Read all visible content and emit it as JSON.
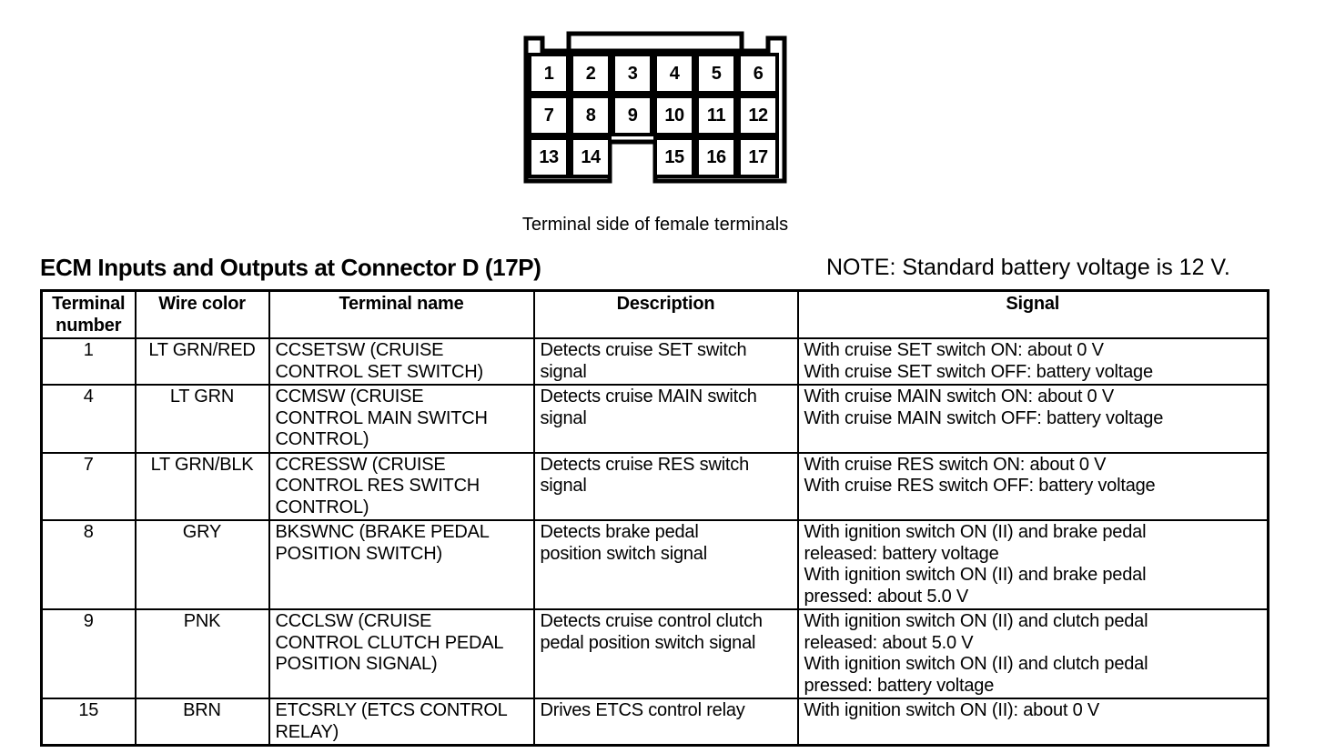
{
  "connector": {
    "caption": "Terminal side of female terminals",
    "pins": [
      {
        "n": "1",
        "r": 0,
        "c": 0
      },
      {
        "n": "2",
        "r": 0,
        "c": 1
      },
      {
        "n": "3",
        "r": 0,
        "c": 2
      },
      {
        "n": "4",
        "r": 0,
        "c": 3
      },
      {
        "n": "5",
        "r": 0,
        "c": 4
      },
      {
        "n": "6",
        "r": 0,
        "c": 5
      },
      {
        "n": "7",
        "r": 1,
        "c": 0
      },
      {
        "n": "8",
        "r": 1,
        "c": 1
      },
      {
        "n": "9",
        "r": 1,
        "c": 2
      },
      {
        "n": "10",
        "r": 1,
        "c": 3
      },
      {
        "n": "11",
        "r": 1,
        "c": 4
      },
      {
        "n": "12",
        "r": 1,
        "c": 5
      },
      {
        "n": "13",
        "r": 2,
        "c": 0
      },
      {
        "n": "14",
        "r": 2,
        "c": 1
      },
      {
        "n": "15",
        "r": 2,
        "c": 3
      },
      {
        "n": "16",
        "r": 2,
        "c": 4
      },
      {
        "n": "17",
        "r": 2,
        "c": 5
      }
    ]
  },
  "header": {
    "title": "ECM Inputs and Outputs at Connector D (17P)",
    "note": "NOTE: Standard battery voltage is 12 V."
  },
  "table": {
    "columns": [
      "Terminal\nnumber",
      "Wire color",
      "Terminal name",
      "Description",
      "Signal"
    ],
    "rows": [
      {
        "terminal": "1",
        "wire_color": "LT GRN/RED",
        "terminal_name": "CCSETSW (CRUISE\nCONTROL SET SWITCH)",
        "description": "Detects cruise SET switch\nsignal",
        "signal": "With cruise SET switch ON: about 0 V\nWith cruise SET switch OFF: battery voltage"
      },
      {
        "terminal": "4",
        "wire_color": "LT GRN",
        "terminal_name": "CCMSW (CRUISE\nCONTROL MAIN SWITCH\nCONTROL)",
        "description": "Detects cruise MAIN switch\nsignal",
        "signal": "With cruise MAIN switch ON: about 0 V\nWith cruise MAIN switch OFF: battery voltage"
      },
      {
        "terminal": "7",
        "wire_color": "LT GRN/BLK",
        "terminal_name": "CCRESSW (CRUISE\nCONTROL RES SWITCH\nCONTROL)",
        "description": "Detects cruise RES switch\nsignal",
        "signal": "With cruise RES switch ON: about 0 V\nWith cruise RES switch OFF: battery voltage"
      },
      {
        "terminal": "8",
        "wire_color": "GRY",
        "terminal_name": "BKSWNC (BRAKE PEDAL\nPOSITION SWITCH)",
        "description": "Detects brake pedal\nposition switch signal",
        "signal": "With ignition switch ON (II) and brake pedal\nreleased: battery voltage\nWith ignition switch ON (II) and brake pedal\npressed: about 5.0 V"
      },
      {
        "terminal": "9",
        "wire_color": "PNK",
        "terminal_name": "CCCLSW (CRUISE\nCONTROL CLUTCH PEDAL\nPOSITION SIGNAL)",
        "description": "Detects cruise control clutch\npedal position switch signal",
        "signal": "With ignition switch ON (II) and clutch pedal\nreleased: about 5.0 V\nWith ignition switch ON (II) and clutch pedal\npressed: battery voltage"
      },
      {
        "terminal": "15",
        "wire_color": "BRN",
        "terminal_name": "ETCSRLY (ETCS CONTROL\nRELAY)",
        "description": "Drives ETCS control relay",
        "signal": "With ignition switch ON (II): about 0 V"
      }
    ]
  }
}
